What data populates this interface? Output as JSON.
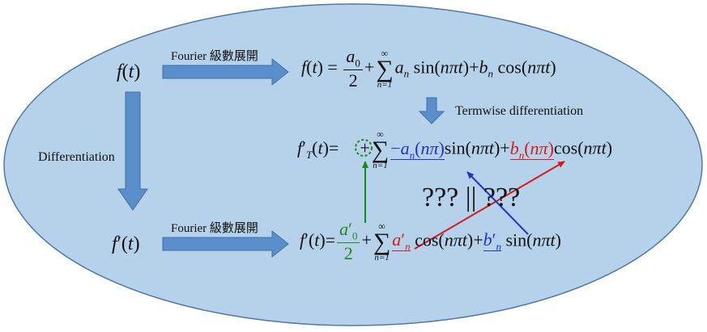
{
  "colors": {
    "ellipse_fill": "#b6d1ea",
    "ellipse_stroke": "#4f79a8",
    "arrow_fill": "#5b8fcc",
    "green": "#1b8a1b",
    "red": "#d41c1c",
    "blue": "#2233cc"
  },
  "labels": {
    "fourier_top": "Fourier 級數展開",
    "fourier_bottom": "Fourier 級數展開",
    "differentiation": "Differentiation",
    "termwise": "Termwise  differentiation",
    "question": "??? || ???"
  },
  "math": {
    "f": "f",
    "t": "t",
    "prime": "′",
    "T": "T",
    "equals": "=",
    "plus": "+",
    "minus": "−",
    "two": "2",
    "a0": "a",
    "zero": "0",
    "sum_top": "∞",
    "sum_sign": "∑",
    "sum_bottom": "n=1",
    "a": "a",
    "b": "b",
    "n": "n",
    "sin": "sin",
    "cos": "cos",
    "npit": "nπt",
    "npi": "nπ",
    "lp": "(",
    "rp": ")"
  },
  "icons": {
    "right_arrow": "block-right-arrow",
    "down_arrow": "block-down-arrow",
    "dashed_circle": "dashed-circle"
  }
}
